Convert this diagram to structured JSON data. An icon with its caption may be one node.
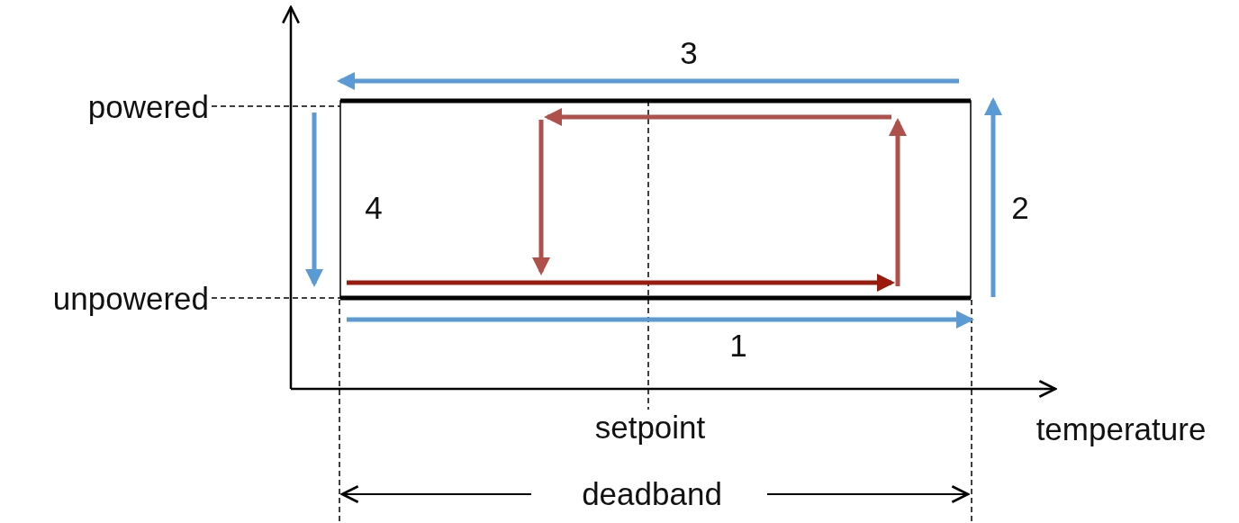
{
  "diagram": {
    "labels": [
      "3",
      "powered",
      "4",
      "2",
      "unpowered",
      "1",
      "setpoint",
      "temperature",
      "deadband"
    ]
  }
}
